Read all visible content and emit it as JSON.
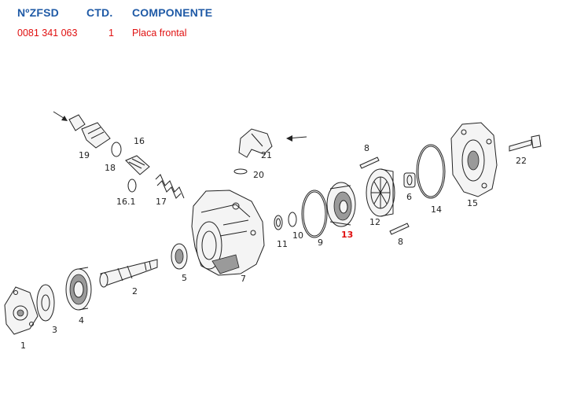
{
  "table": {
    "headers": {
      "part_no": "NºZFSD",
      "qty": "CTD.",
      "component": "COMPONENTE"
    },
    "row": {
      "part_no": "0081 341 063",
      "qty": "1",
      "component": "Placa frontal"
    }
  },
  "diagram": {
    "highlight_color": "#e01010",
    "labels": {
      "l1": "1",
      "l2": "2",
      "l3": "3",
      "l4": "4",
      "l5": "5",
      "l6": "6",
      "l7": "7",
      "l8a": "8",
      "l8b": "8",
      "l9": "9",
      "l10": "10",
      "l11": "11",
      "l12": "12",
      "l13": "13",
      "l14": "14",
      "l15": "15",
      "l16": "16",
      "l16_1": "16.1",
      "l17": "17",
      "l18": "18",
      "l19": "19",
      "l20": "20",
      "l21": "21",
      "l22": "22"
    }
  }
}
